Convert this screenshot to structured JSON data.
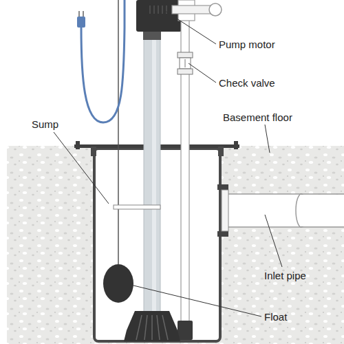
{
  "diagram": {
    "labels": [
      "Pump motor",
      "Check valve",
      "Basement floor",
      "Sump",
      "Inlet pipe",
      "Float"
    ]
  }
}
